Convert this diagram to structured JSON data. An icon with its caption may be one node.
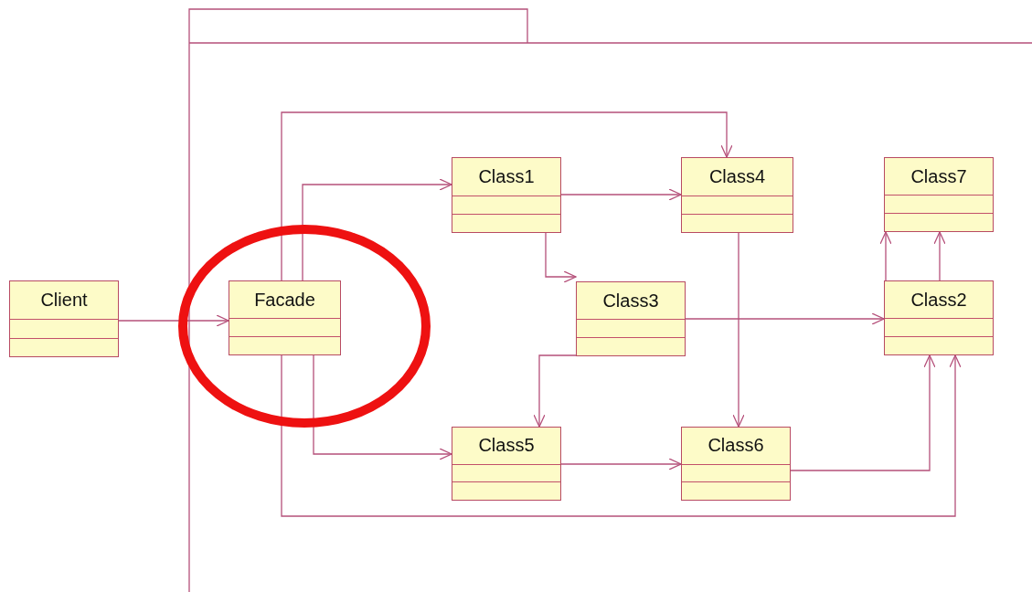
{
  "diagram": {
    "nodes": [
      {
        "text": [
          "Client"
        ]
      },
      {
        "text": [
          "Facade"
        ]
      },
      {
        "text": [
          "Class1"
        ]
      },
      {
        "text": [
          "Class4"
        ]
      },
      {
        "text": [
          "Class7"
        ]
      },
      {
        "text": [
          "Class3"
        ]
      },
      {
        "text": [
          "Class2"
        ]
      },
      {
        "text": [
          "Class5"
        ]
      },
      {
        "text": [
          "Class6"
        ]
      }
    ],
    "edges": [
      {
        "from": 0,
        "to": 1,
        "arrow": "to"
      },
      {
        "from": 1,
        "to": 2,
        "arrow": "to"
      },
      {
        "from": 1,
        "to": 3,
        "arrow": "to"
      },
      {
        "from": 1,
        "to": 7,
        "arrow": "to"
      },
      {
        "from": 1,
        "to": 6,
        "arrow": "to"
      },
      {
        "from": 2,
        "to": 3,
        "arrow": "to"
      },
      {
        "from": 2,
        "to": 5,
        "arrow": "to"
      },
      {
        "from": 5,
        "to": 7,
        "arrow": "to"
      },
      {
        "from": 5,
        "to": 6,
        "arrow": "to"
      },
      {
        "from": 3,
        "to": 8,
        "arrow": "to"
      },
      {
        "from": 7,
        "to": 8,
        "arrow": "to"
      },
      {
        "from": 8,
        "to": 6,
        "arrow": "to"
      },
      {
        "from": 6,
        "to": 4,
        "arrow": "to"
      },
      {
        "from": 6,
        "to": 4,
        "arrow": "to"
      }
    ]
  }
}
